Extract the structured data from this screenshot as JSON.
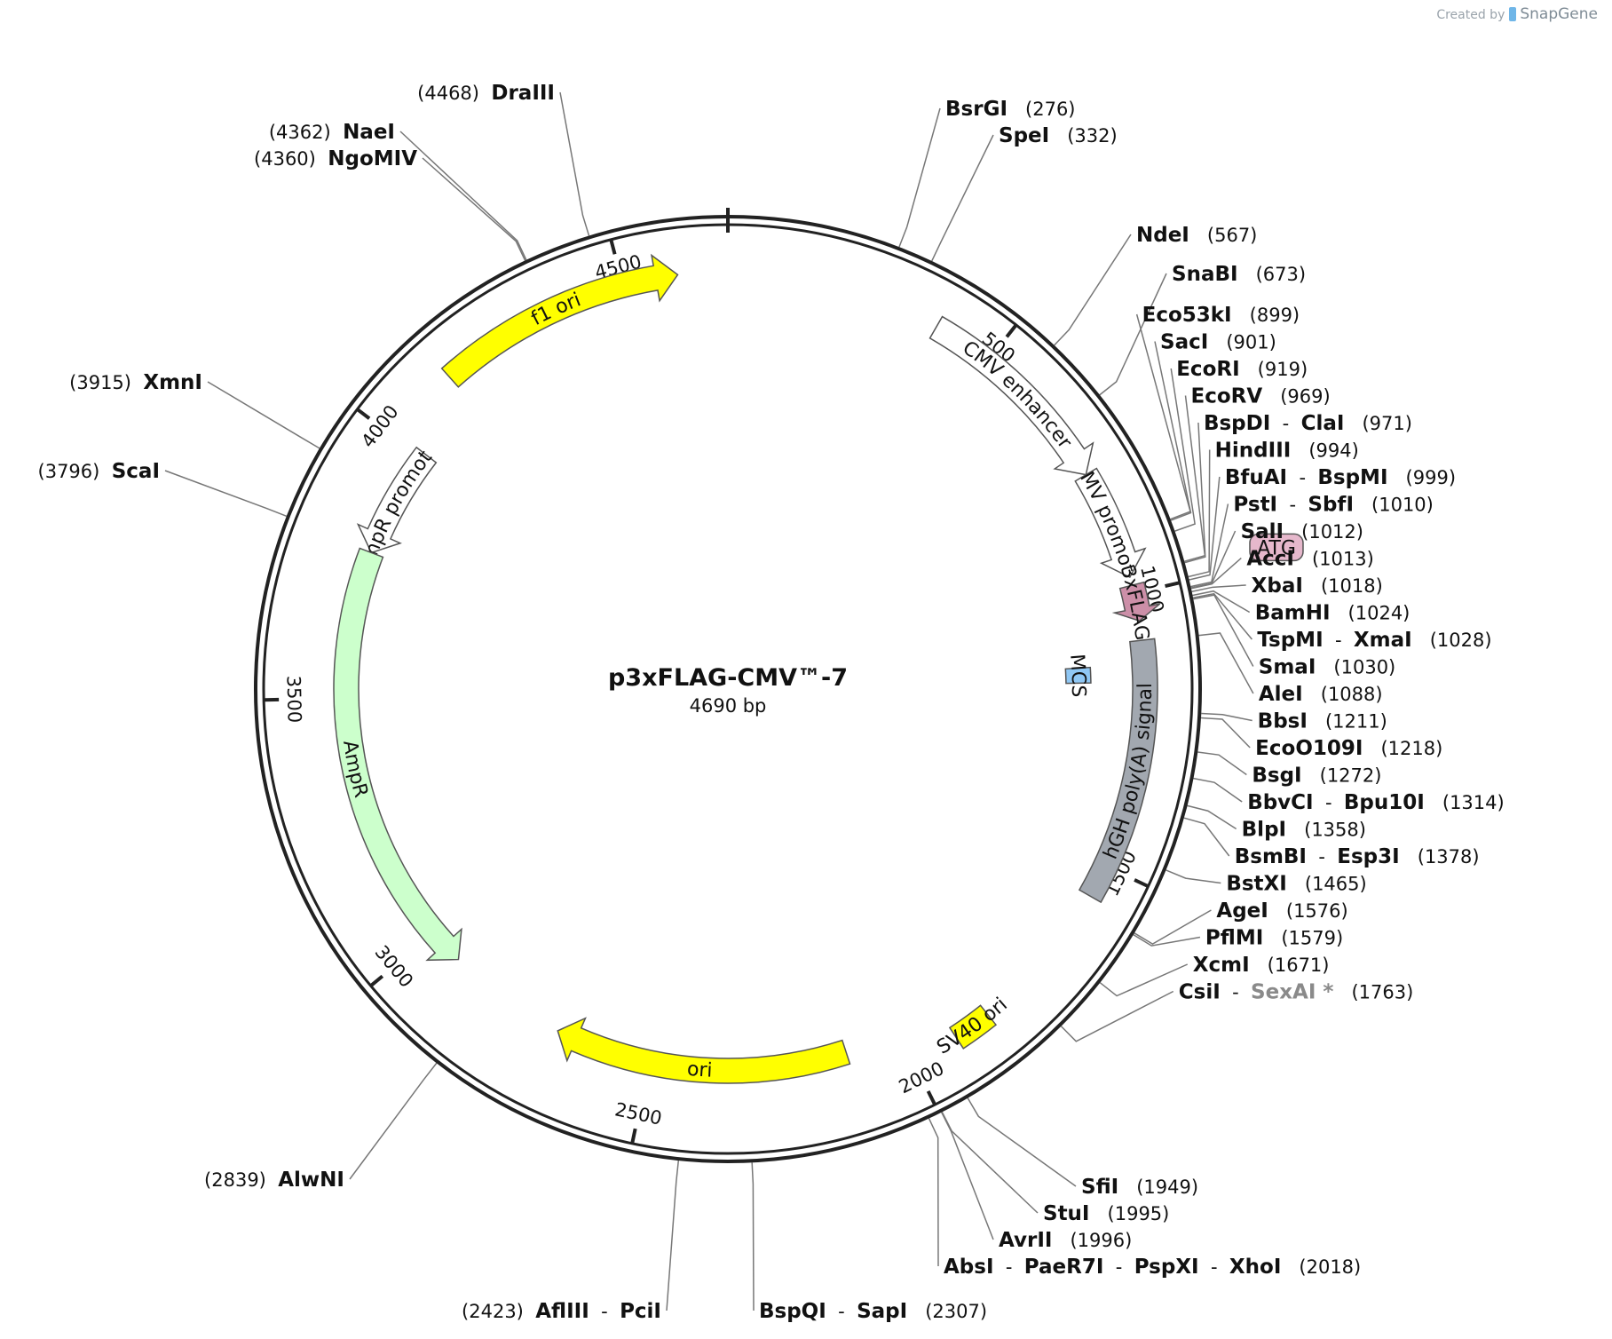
{
  "credit": {
    "prefix": "Created by",
    "brand": "SnapGene"
  },
  "plasmid": {
    "name": "p3xFLAG-CMV™-7",
    "size_label": "4690 bp",
    "length": 4690
  },
  "ticks": [
    {
      "pos": 500,
      "label": "500"
    },
    {
      "pos": 1000,
      "label": "1000"
    },
    {
      "pos": 1500,
      "label": "1500"
    },
    {
      "pos": 2000,
      "label": "2000"
    },
    {
      "pos": 2500,
      "label": "2500"
    },
    {
      "pos": 3000,
      "label": "3000"
    },
    {
      "pos": 3500,
      "label": "3500"
    },
    {
      "pos": 4000,
      "label": "4000"
    },
    {
      "pos": 4500,
      "label": "4500"
    }
  ],
  "features": [
    {
      "name": "f1 ori",
      "start": 4146,
      "end": 4600,
      "dir": "fwd",
      "color": "#ffff00",
      "lane": 0
    },
    {
      "name": "AmpR promoter",
      "start": 3790,
      "end": 4010,
      "dir": "rev",
      "color": "#ffffff",
      "lane": 1
    },
    {
      "name": "AmpR",
      "start": 2930,
      "end": 3790,
      "dir": "rev",
      "color": "#ccffcc",
      "lane": 1
    },
    {
      "name": "ori",
      "start": 2110,
      "end": 2690,
      "dir": "fwd",
      "color": "#ffff00",
      "lane": 1
    },
    {
      "name": "CMV enhancer",
      "start": 390,
      "end": 770,
      "dir": "fwd",
      "color": "#ffffff",
      "lane": 0
    },
    {
      "name": "CMV promoter",
      "start": 770,
      "end": 970,
      "dir": "fwd",
      "color": "#ffffff",
      "lane": 0
    },
    {
      "name": "3xFLAG",
      "start": 985,
      "end": 1050,
      "dir": "fwd",
      "color": "#cc8fa8",
      "lane": 0
    },
    {
      "name": "MCS",
      "start": 1128,
      "end": 1160,
      "dir": "none",
      "color": "#8fc7f4",
      "lane": 2
    },
    {
      "name": "hGH poly(A) signal",
      "start": 1085,
      "end": 1560,
      "dir": "none",
      "color": "#a2a8b0",
      "lane": 0
    },
    {
      "name": "SV40 ori",
      "start": 1842,
      "end": 1912,
      "dir": "none",
      "color": "#ffff00",
      "lane": 0
    }
  ],
  "atg": {
    "label": "ATG",
    "pos": 985
  },
  "sites": [
    {
      "parts": [
        {
          "n": "DraIII"
        }
      ],
      "pos": "(4468)",
      "side": "L",
      "p": 4468
    },
    {
      "parts": [
        {
          "n": "NaeI"
        }
      ],
      "pos": "(4362)",
      "side": "L",
      "p": 4362
    },
    {
      "parts": [
        {
          "n": "NgoMIV"
        }
      ],
      "pos": "(4360)",
      "side": "L",
      "p": 4360
    },
    {
      "parts": [
        {
          "n": "XmnI"
        }
      ],
      "pos": "(3915)",
      "side": "L",
      "p": 3915
    },
    {
      "parts": [
        {
          "n": "ScaI"
        }
      ],
      "pos": "(3796)",
      "side": "L",
      "p": 3796
    },
    {
      "parts": [
        {
          "n": "AlwNI"
        }
      ],
      "pos": "(2839)",
      "side": "L",
      "p": 2839
    },
    {
      "parts": [
        {
          "n": "AflIII"
        },
        {
          "n": "PciI"
        }
      ],
      "pos": "(2423)",
      "side": "L",
      "p": 2423
    },
    {
      "parts": [
        {
          "n": "BsrGI"
        }
      ],
      "pos": "(276)",
      "side": "R",
      "p": 276
    },
    {
      "parts": [
        {
          "n": "SpeI"
        }
      ],
      "pos": "(332)",
      "side": "R",
      "p": 332
    },
    {
      "parts": [
        {
          "n": "NdeI"
        }
      ],
      "pos": "(567)",
      "side": "R",
      "p": 567
    },
    {
      "parts": [
        {
          "n": "SnaBI"
        }
      ],
      "pos": "(673)",
      "side": "R",
      "p": 673
    },
    {
      "parts": [
        {
          "n": "Eco53kI"
        }
      ],
      "pos": "(899)",
      "side": "R",
      "p": 899
    },
    {
      "parts": [
        {
          "n": "SacI"
        }
      ],
      "pos": "(901)",
      "side": "R",
      "p": 901
    },
    {
      "parts": [
        {
          "n": "EcoRI"
        }
      ],
      "pos": "(919)",
      "side": "R",
      "p": 919
    },
    {
      "parts": [
        {
          "n": "EcoRV"
        }
      ],
      "pos": "(969)",
      "side": "R",
      "p": 969
    },
    {
      "parts": [
        {
          "n": "BspDI"
        },
        {
          "n": "ClaI"
        }
      ],
      "pos": "(971)",
      "side": "R",
      "p": 971
    },
    {
      "parts": [
        {
          "n": "HindIII"
        }
      ],
      "pos": "(994)",
      "side": "R",
      "p": 994
    },
    {
      "parts": [
        {
          "n": "BfuAI"
        },
        {
          "n": "BspMI"
        }
      ],
      "pos": "(999)",
      "side": "R",
      "p": 999
    },
    {
      "parts": [
        {
          "n": "PstI"
        },
        {
          "n": "SbfI"
        }
      ],
      "pos": "(1010)",
      "side": "R",
      "p": 1010
    },
    {
      "parts": [
        {
          "n": "SalI"
        }
      ],
      "pos": "(1012)",
      "side": "R",
      "p": 1012
    },
    {
      "parts": [
        {
          "n": "AccI"
        }
      ],
      "pos": "(1013)",
      "side": "R",
      "p": 1013
    },
    {
      "parts": [
        {
          "n": "XbaI"
        }
      ],
      "pos": "(1018)",
      "side": "R",
      "p": 1018
    },
    {
      "parts": [
        {
          "n": "BamHI"
        }
      ],
      "pos": "(1024)",
      "side": "R",
      "p": 1024
    },
    {
      "parts": [
        {
          "n": "TspMI"
        },
        {
          "n": "XmaI"
        }
      ],
      "pos": "(1028)",
      "side": "R",
      "p": 1028
    },
    {
      "parts": [
        {
          "n": "SmaI"
        }
      ],
      "pos": "(1030)",
      "side": "R",
      "p": 1030
    },
    {
      "parts": [
        {
          "n": "AleI"
        }
      ],
      "pos": "(1088)",
      "side": "R",
      "p": 1088
    },
    {
      "parts": [
        {
          "n": "BbsI"
        }
      ],
      "pos": "(1211)",
      "side": "R",
      "p": 1211
    },
    {
      "parts": [
        {
          "n": "EcoO109I"
        }
      ],
      "pos": "(1218)",
      "side": "R",
      "p": 1218
    },
    {
      "parts": [
        {
          "n": "BsgI"
        }
      ],
      "pos": "(1272)",
      "side": "R",
      "p": 1272
    },
    {
      "parts": [
        {
          "n": "BbvCI"
        },
        {
          "n": "Bpu10I"
        }
      ],
      "pos": "(1314)",
      "side": "R",
      "p": 1314
    },
    {
      "parts": [
        {
          "n": "BlpI"
        }
      ],
      "pos": "(1358)",
      "side": "R",
      "p": 1358
    },
    {
      "parts": [
        {
          "n": "BsmBI"
        },
        {
          "n": "Esp3I"
        }
      ],
      "pos": "(1378)",
      "side": "R",
      "p": 1378
    },
    {
      "parts": [
        {
          "n": "BstXI"
        }
      ],
      "pos": "(1465)",
      "side": "R",
      "p": 1465
    },
    {
      "parts": [
        {
          "n": "AgeI"
        }
      ],
      "pos": "(1576)",
      "side": "R",
      "p": 1576
    },
    {
      "parts": [
        {
          "n": "PflMI"
        }
      ],
      "pos": "(1579)",
      "side": "R",
      "p": 1579
    },
    {
      "parts": [
        {
          "n": "XcmI"
        }
      ],
      "pos": "(1671)",
      "side": "R",
      "p": 1671
    },
    {
      "parts": [
        {
          "n": "CsiI"
        },
        {
          "n": "SexAI *",
          "grey": true
        }
      ],
      "pos": "(1763)",
      "side": "R",
      "p": 1763
    },
    {
      "parts": [
        {
          "n": "SfiI"
        }
      ],
      "pos": "(1949)",
      "side": "R",
      "p": 1949
    },
    {
      "parts": [
        {
          "n": "StuI"
        }
      ],
      "pos": "(1995)",
      "side": "R",
      "p": 1995
    },
    {
      "parts": [
        {
          "n": "AvrII"
        }
      ],
      "pos": "(1996)",
      "side": "R",
      "p": 1996
    },
    {
      "parts": [
        {
          "n": "AbsI"
        },
        {
          "n": "PaeR7I"
        },
        {
          "n": "PspXI"
        },
        {
          "n": "XhoI"
        }
      ],
      "pos": "(2018)",
      "side": "R",
      "p": 2018
    },
    {
      "parts": [
        {
          "n": "BspQI"
        },
        {
          "n": "SapI"
        }
      ],
      "pos": "(2307)",
      "side": "R",
      "p": 2307
    }
  ]
}
